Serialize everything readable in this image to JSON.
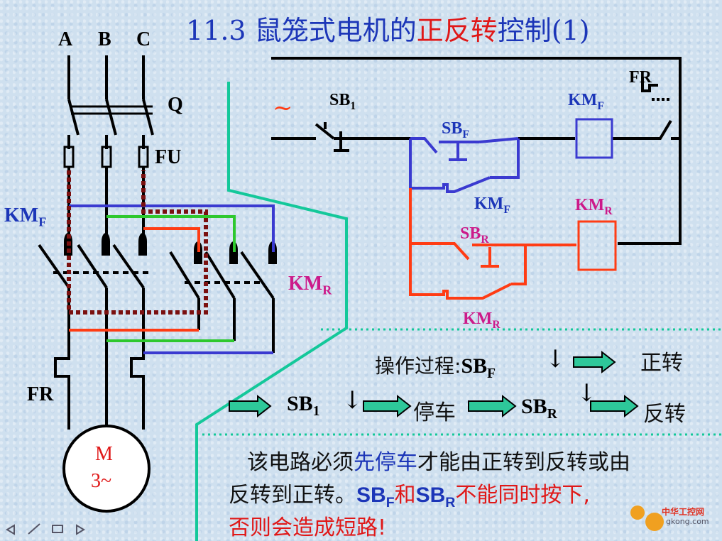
{
  "title": {
    "prefix": "11.3 鼠笼式电机的",
    "highlight": "正反转",
    "suffix": "控制(1)"
  },
  "power_circuit": {
    "phase_a": "A",
    "phase_b": "B",
    "phase_c": "C",
    "switch": "Q",
    "fuse": "FU",
    "contactor_f": "KM",
    "contactor_f_sub": "F",
    "contactor_r": "KM",
    "contactor_r_sub": "R",
    "relay": "FR",
    "motor_line1": "M",
    "motor_line2": "3~"
  },
  "control_circuit": {
    "source": "~",
    "stop_btn": "SB",
    "stop_btn_sub": "1",
    "fwd_btn": "SB",
    "fwd_btn_sub": "F",
    "rev_btn": "SB",
    "rev_btn_sub": "R",
    "fwd_coil": "KM",
    "fwd_coil_sub": "F",
    "rev_coil": "KM",
    "rev_coil_sub": "R",
    "fwd_contact": "KM",
    "fwd_contact_sub": "F",
    "rev_contact": "KM",
    "rev_contact_sub": "R",
    "relay": "FR"
  },
  "process": {
    "label": "操作过程:",
    "sbf": "SB",
    "sbf_sub": "F",
    "forward": "正转",
    "sb1": "SB",
    "sb1_sub": "1",
    "stop": "停车",
    "sbr": "SB",
    "sbr_sub": "R",
    "reverse": "反转",
    "down_arrow": "↓"
  },
  "note": {
    "p1": "该电路必须",
    "p1_hl": "先停车",
    "p1_end": "才能由正转到反转或由",
    "p2": "反转到正转。",
    "p2_sbf": "SB",
    "p2_sbf_sub": "F",
    "p2_he": "和",
    "p2_sbr": "SB",
    "p2_sbr_sub": "R",
    "p2_end": "不能同时按下,",
    "p3": "否则会造成短路!"
  },
  "watermark": {
    "line1": "中华工控网",
    "line2": "gkong.com"
  },
  "colors": {
    "title": "#1c36b8",
    "blue": "#3a3ad0",
    "green": "#2ec82e",
    "red": "#ff3c14",
    "darkred": "#7a1010",
    "teal": "#14c89a",
    "magenta": "#cc1a8a"
  }
}
